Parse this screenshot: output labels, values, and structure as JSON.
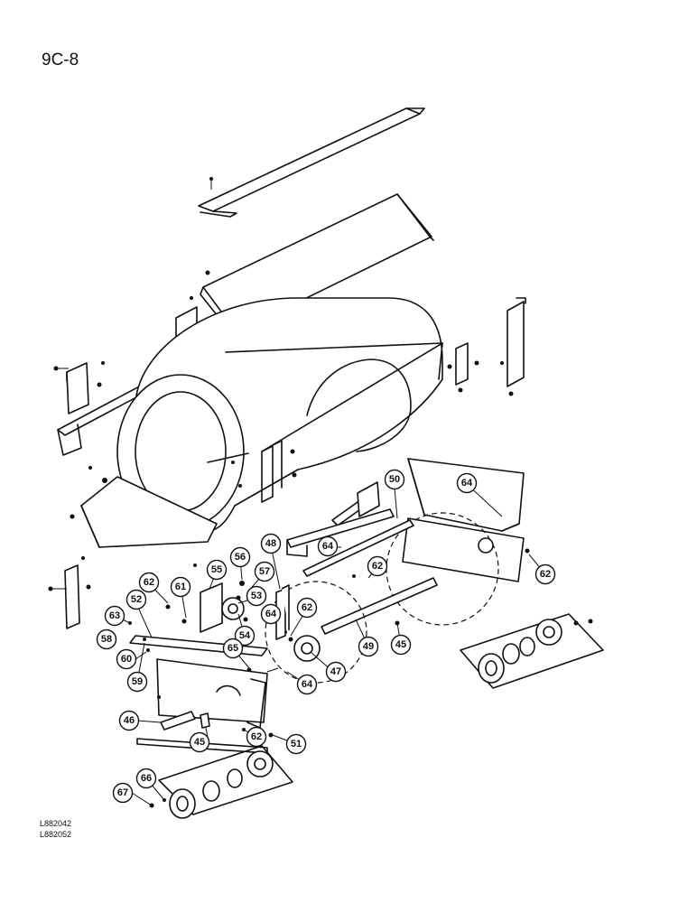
{
  "page": {
    "id": "9C-8",
    "drawing_codes": [
      "L882042",
      "L882052"
    ]
  },
  "callouts": [
    "45",
    "45",
    "46",
    "47",
    "48",
    "49",
    "50",
    "51",
    "52",
    "53",
    "54",
    "55",
    "56",
    "57",
    "58",
    "59",
    "60",
    "61",
    "62",
    "62",
    "62",
    "62",
    "62",
    "63",
    "64",
    "64",
    "64",
    "64",
    "65",
    "66",
    "67"
  ]
}
